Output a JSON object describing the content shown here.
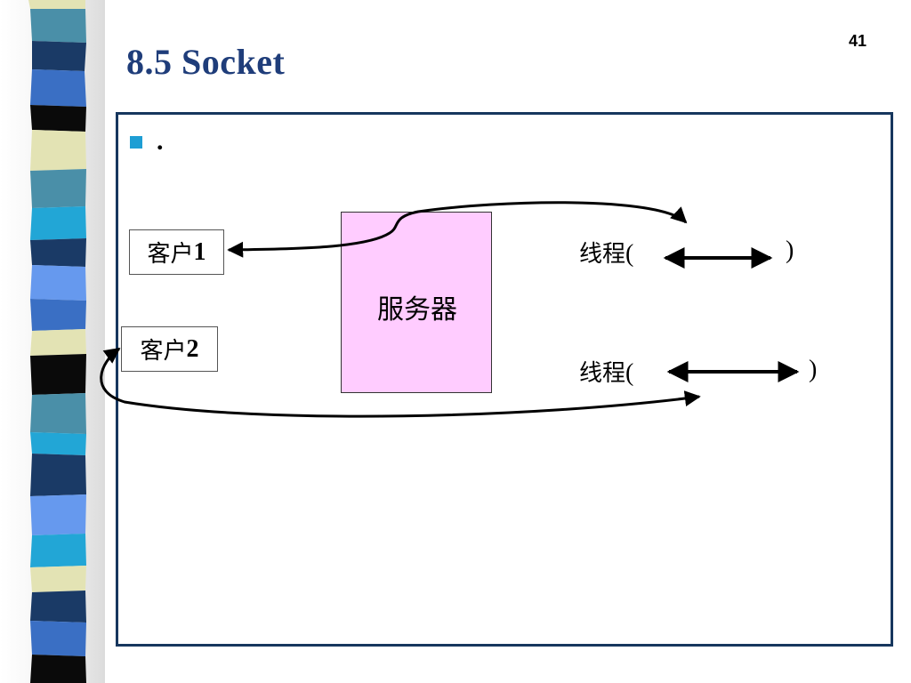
{
  "slide": {
    "title": "8.5 Socket",
    "number": "41",
    "bullet": "."
  },
  "diagram": {
    "server_label": "服务器",
    "client1": {
      "text": "客户",
      "num": "1"
    },
    "client2": {
      "text": "客户",
      "num": "2"
    },
    "thread1": {
      "text": "线程",
      "open": "(",
      "close": ")"
    },
    "thread2": {
      "text": "线程",
      "open": "(",
      "close": ")"
    }
  },
  "colors": {
    "title": "#1f3d7a",
    "frame_border": "#17375e",
    "bullet": "#1e9ed4",
    "server_fill": "#ffccff",
    "strip_palette": [
      "#1a3a66",
      "#3a6fc4",
      "#5fa0d8",
      "#4a8fa8",
      "#0a0a0a",
      "#e3e3b4",
      "#22a6d6",
      "#6699ee"
    ]
  }
}
